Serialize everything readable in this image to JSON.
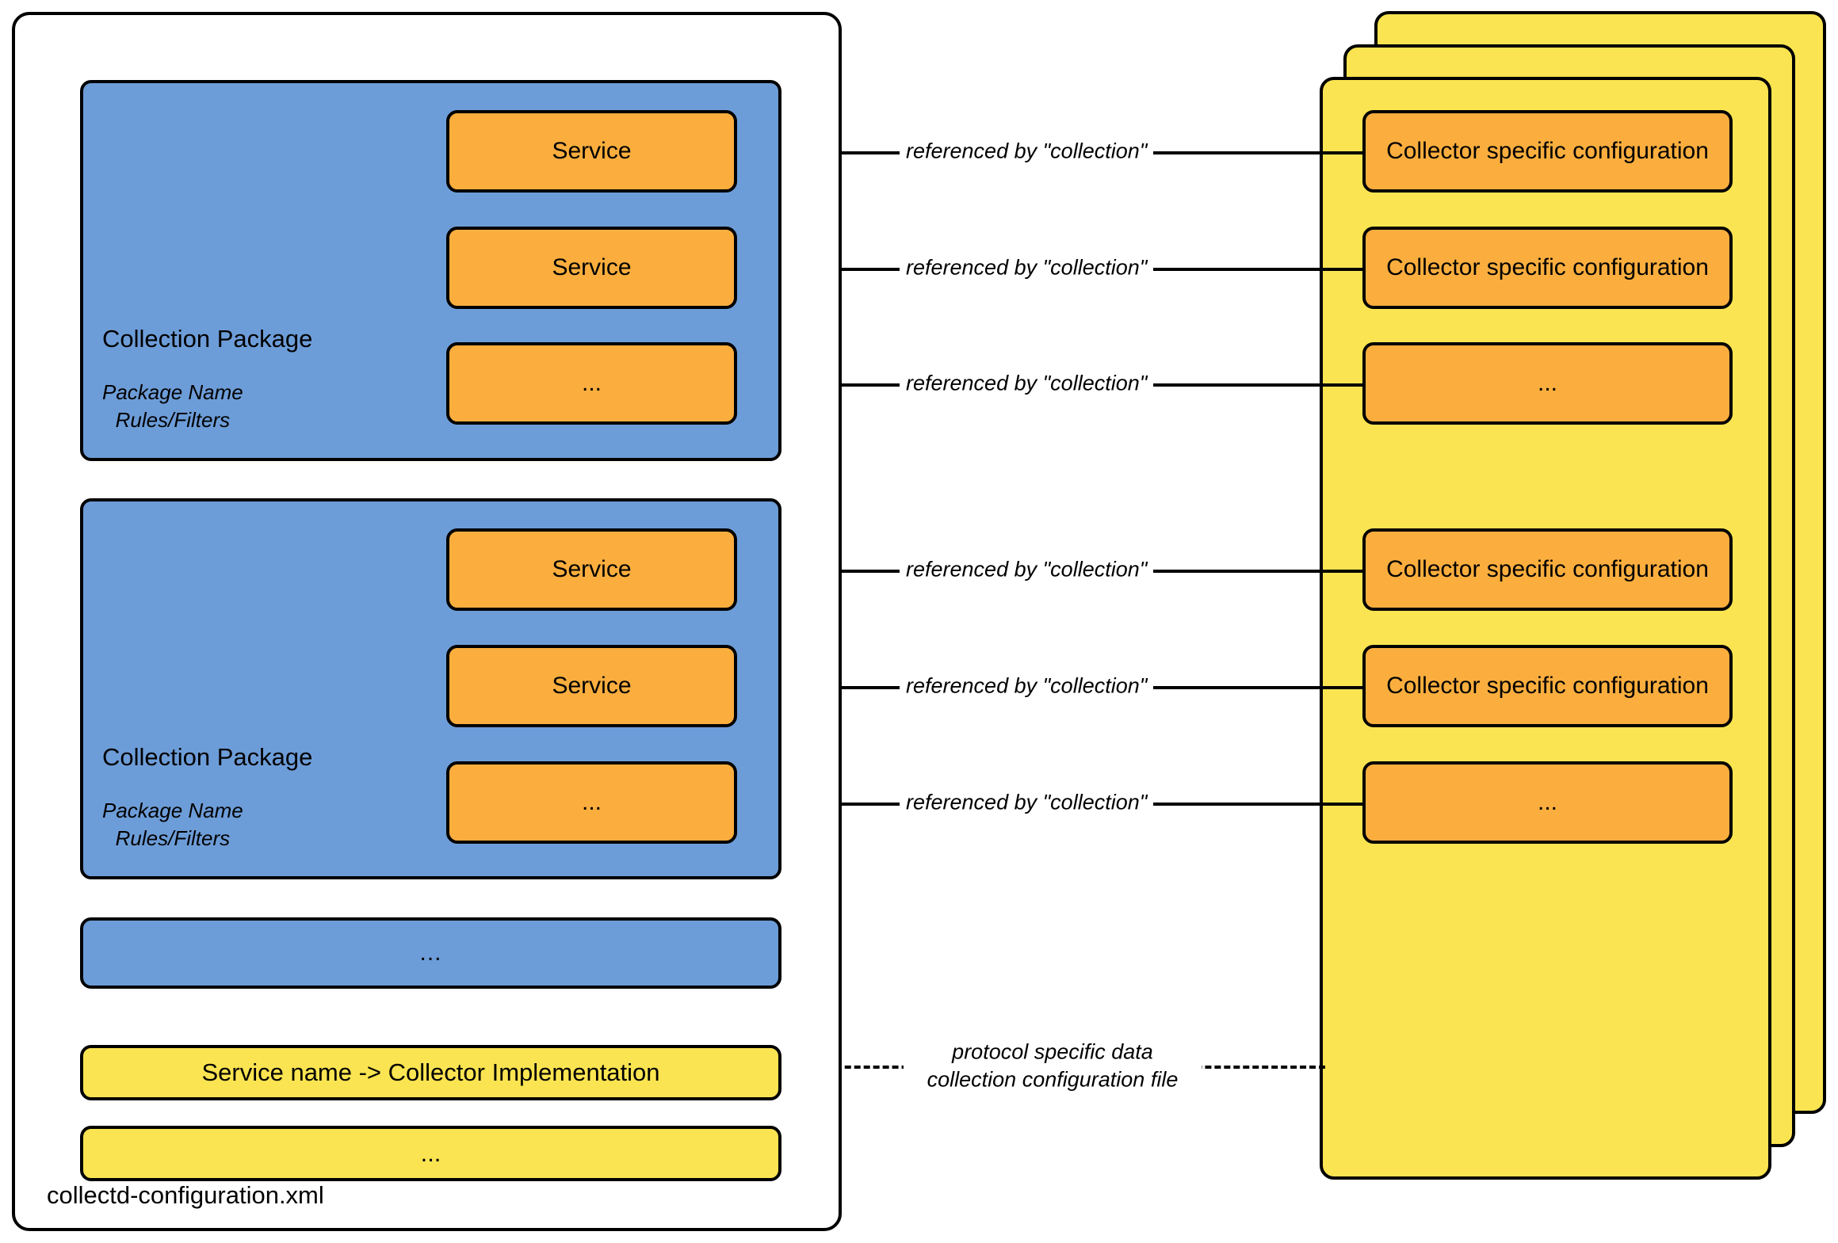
{
  "diagram": {
    "title": "collectd-configuration.xml",
    "colors": {
      "package_blue": "#6D9DD8",
      "service_orange": "#FBAE3E",
      "config_yellow": "#FAE451",
      "stroke_black": "#000000",
      "background_white": "#FFFFFF"
    }
  },
  "outer_container": {
    "file_label": "collectd-configuration.xml"
  },
  "packages": [
    {
      "title": "Collection Package",
      "meta_line_1": "Package Name",
      "meta_line_2": "Rules/Filters",
      "services": [
        {
          "label": "Service"
        },
        {
          "label": "Service"
        },
        {
          "label": "..."
        }
      ]
    },
    {
      "title": "Collection Package",
      "meta_line_1": "Package Name",
      "meta_line_2": "Rules/Filters",
      "services": [
        {
          "label": "Service"
        },
        {
          "label": "Service"
        },
        {
          "label": "..."
        }
      ]
    }
  ],
  "package_ellipsis": {
    "label": "..."
  },
  "mapping_rows": [
    {
      "label": "Service name -> Collector Implementation"
    },
    {
      "label": "..."
    }
  ],
  "collector_configs": [
    {
      "label": "Collector specific configuration"
    },
    {
      "label": "Collector specific configuration"
    },
    {
      "label": "..."
    },
    {
      "label": "Collector specific configuration"
    },
    {
      "label": "Collector specific configuration"
    },
    {
      "label": "..."
    }
  ],
  "connectors": [
    {
      "label": "referenced by \"collection\"",
      "style": "solid"
    },
    {
      "label": "referenced by \"collection\"",
      "style": "solid"
    },
    {
      "label": "referenced by \"collection\"",
      "style": "solid"
    },
    {
      "label": "referenced by \"collection\"",
      "style": "solid"
    },
    {
      "label": "referenced by \"collection\"",
      "style": "solid"
    },
    {
      "label": "referenced by \"collection\"",
      "style": "solid"
    }
  ],
  "protocol_connector": {
    "line_1": "protocol specific data collection",
    "line_2": "configuration file",
    "style": "dashed"
  }
}
